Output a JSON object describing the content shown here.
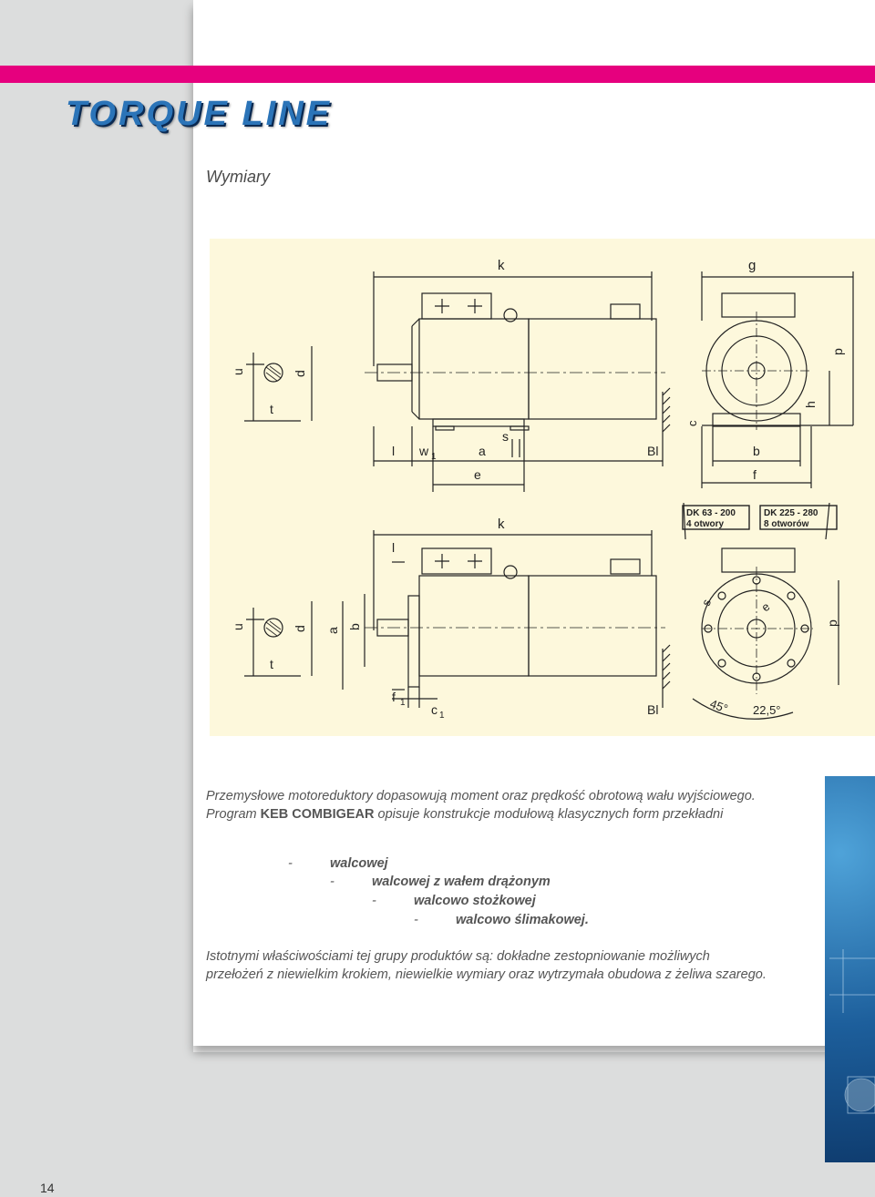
{
  "header": {
    "brand": "TORQUE LINE",
    "section_title": "Wymiary"
  },
  "drawing": {
    "top_view_labels": {
      "k": "k",
      "g": "g",
      "u": "u",
      "d": "d",
      "t": "t",
      "l": "l",
      "w1": "w",
      "a": "a",
      "s": "s",
      "e": "e",
      "Bl": "Bl",
      "b": "b",
      "f": "f",
      "c": "c",
      "h": "h",
      "p": "p"
    },
    "bottom_view_labels": {
      "k": "k",
      "l": "l",
      "u": "u",
      "d": "d",
      "a1": "a",
      "b1": "b",
      "t": "t",
      "f1": "f",
      "c1": "c",
      "Bl": "Bl",
      "s": "s",
      "e1": "e",
      "p1": "p",
      "angle1": "45°",
      "angle2": "22,5°"
    },
    "subscript": "1",
    "box_left": {
      "line1": "DK 63 - 200",
      "line2": "4 otwory"
    },
    "box_right": {
      "line1": "DK 225 - 280",
      "line2": "8 otworów"
    }
  },
  "body": {
    "intro_line1": "Przemysłowe motoreduktory dopasowują moment oraz prędkość obrotową wału wyjściowego.",
    "intro_line2_prefix": "Program ",
    "intro_line2_brand": "KEB COMBIGEAR",
    "intro_line2_suffix": " opisuje konstrukcje modułową klasycznych form przekładni",
    "list": [
      {
        "dash": "-",
        "text": "walcowej"
      },
      {
        "dash": "-",
        "text": "walcowej z wałem drążonym"
      },
      {
        "dash": "-",
        "text": "walcowo stożkowej"
      },
      {
        "dash": "-",
        "text": "walcowo ślimakowej."
      }
    ],
    "outro_line1": "Istotnymi właściwościami tej grupy produktów są: dokładne zestopniowanie możliwych",
    "outro_line2": "przełożeń z niewielkim krokiem, niewielkie wymiary oraz wytrzymała obudowa z żeliwa szarego."
  },
  "footer": {
    "page_number": "14"
  },
  "colors": {
    "accent_magenta": "#e6007e",
    "brand_blue": "#2b74b8",
    "drawing_bg": "#fdf8dc"
  }
}
